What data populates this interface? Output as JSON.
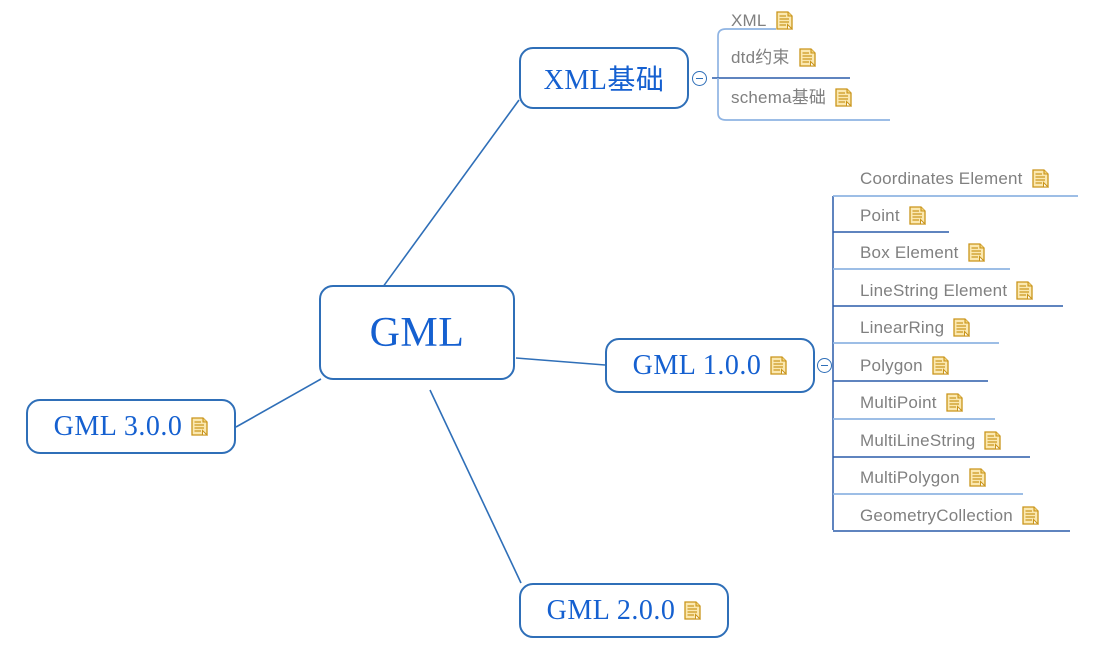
{
  "diagram": {
    "type": "mind-map",
    "title": "GML",
    "colors": {
      "node_border": "#2f6fb8",
      "node_text": "#1560d0",
      "leaf_text": "#808080",
      "branch_dark": "#2a5caa",
      "branch_light": "#8fb4e3",
      "note_icon": "#d4a017",
      "background": "#ffffff"
    },
    "icon_names": {
      "note": "note-icon",
      "collapse": "collapse-minus-icon"
    }
  },
  "root": {
    "label": "GML",
    "has_note": false
  },
  "branches": [
    {
      "id": "xml-basics",
      "label": "XML基础",
      "has_note": false,
      "collapsed_toggle": "minus",
      "children": [
        {
          "label": "XML",
          "has_note": true
        },
        {
          "label": "dtd约束",
          "has_note": true
        },
        {
          "label": "schema基础",
          "has_note": true
        }
      ]
    },
    {
      "id": "gml-1-0-0",
      "label": "GML 1.0.0",
      "has_note": true,
      "collapsed_toggle": "minus",
      "children": [
        {
          "label": "Coordinates Element",
          "has_note": true
        },
        {
          "label": "Point",
          "has_note": true
        },
        {
          "label": "Box Element",
          "has_note": true
        },
        {
          "label": "LineString Element",
          "has_note": true
        },
        {
          "label": "LinearRing",
          "has_note": true
        },
        {
          "label": "Polygon",
          "has_note": true
        },
        {
          "label": "MultiPoint",
          "has_note": true
        },
        {
          "label": "MultiLineString",
          "has_note": true
        },
        {
          "label": "MultiPolygon",
          "has_note": true
        },
        {
          "label": "GeometryCollection",
          "has_note": true
        }
      ]
    },
    {
      "id": "gml-2-0-0",
      "label": "GML 2.0.0",
      "has_note": true,
      "children": []
    },
    {
      "id": "gml-3-0-0",
      "label": "GML 3.0.0",
      "has_note": true,
      "children": []
    }
  ]
}
